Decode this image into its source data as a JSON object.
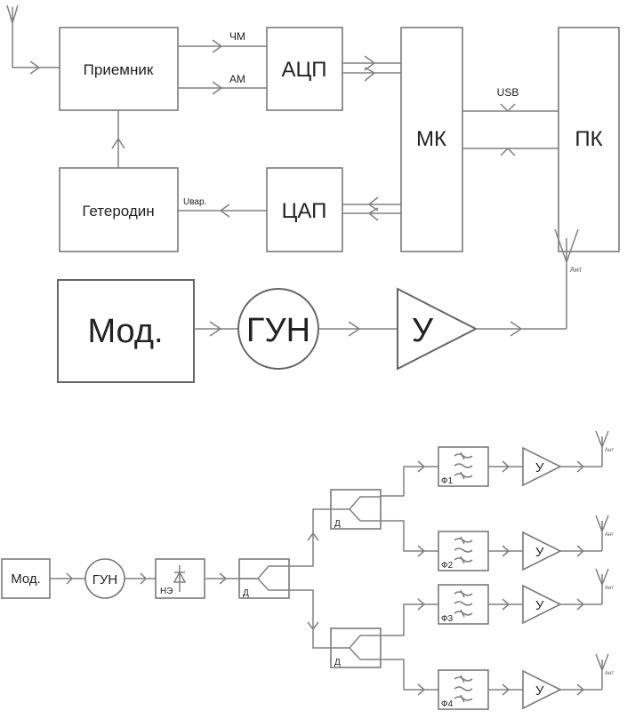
{
  "diagram1": {
    "blocks": {
      "receiver": "Приемник",
      "adc": "АЦП",
      "mcu": "МК",
      "pc": "ПК",
      "heterodyne": "Гетеродин",
      "dac": "ЦАП"
    },
    "signals": {
      "fm": "ЧМ",
      "am": "АМ",
      "usb": "USB",
      "uvar": "Uвар."
    }
  },
  "diagram2": {
    "blocks": {
      "mod": "Мод.",
      "vco": "ГУН",
      "amp": "У"
    },
    "antenna": "Ант"
  },
  "diagram3": {
    "blocks": {
      "mod": "Мод.",
      "vco": "ГУН",
      "nonlinear": "НЭ",
      "divider": "Д"
    },
    "channels": [
      {
        "filter": "Ф1",
        "amp": "У",
        "antenna": "Ант"
      },
      {
        "filter": "Ф2",
        "amp": "У",
        "antenna": "Ант"
      },
      {
        "filter": "Ф3",
        "amp": "У",
        "antenna": "Ант"
      },
      {
        "filter": "Ф4",
        "amp": "У",
        "antenna": "Ант"
      }
    ]
  }
}
